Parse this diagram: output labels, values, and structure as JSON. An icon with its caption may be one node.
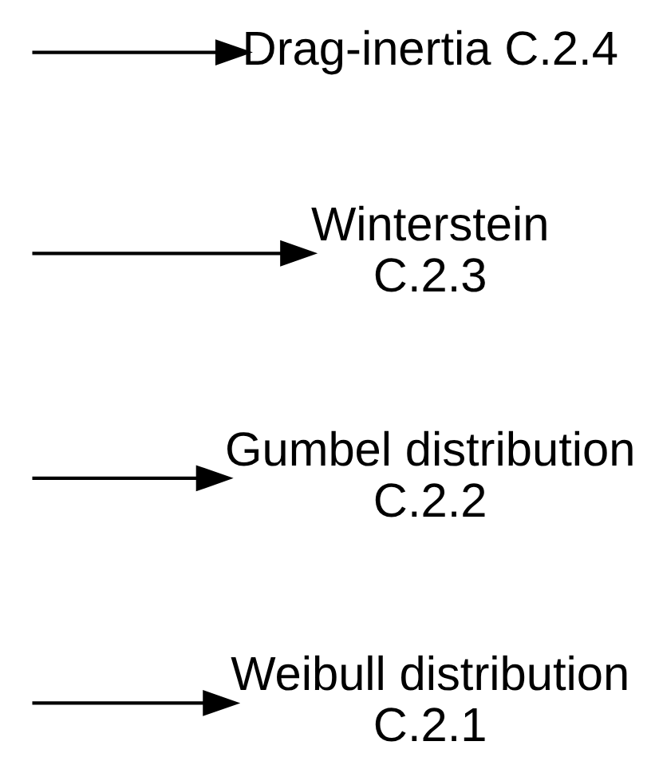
{
  "diagram": {
    "nodes": [
      {
        "text": [
          "Weibull distribution",
          "C.2.1"
        ]
      },
      {
        "text": [
          "Gumbel distribution",
          "C.2.2"
        ]
      },
      {
        "text": [
          "Winterstein",
          "C.2.3"
        ]
      },
      {
        "text": [
          "Drag-inertia C.2.4"
        ]
      }
    ],
    "edges": [
      {
        "from": null,
        "to": 0,
        "arrow": "to"
      },
      {
        "from": null,
        "to": 1,
        "arrow": "to"
      },
      {
        "from": null,
        "to": 2,
        "arrow": "to"
      },
      {
        "from": null,
        "to": 3,
        "arrow": "to"
      }
    ]
  }
}
